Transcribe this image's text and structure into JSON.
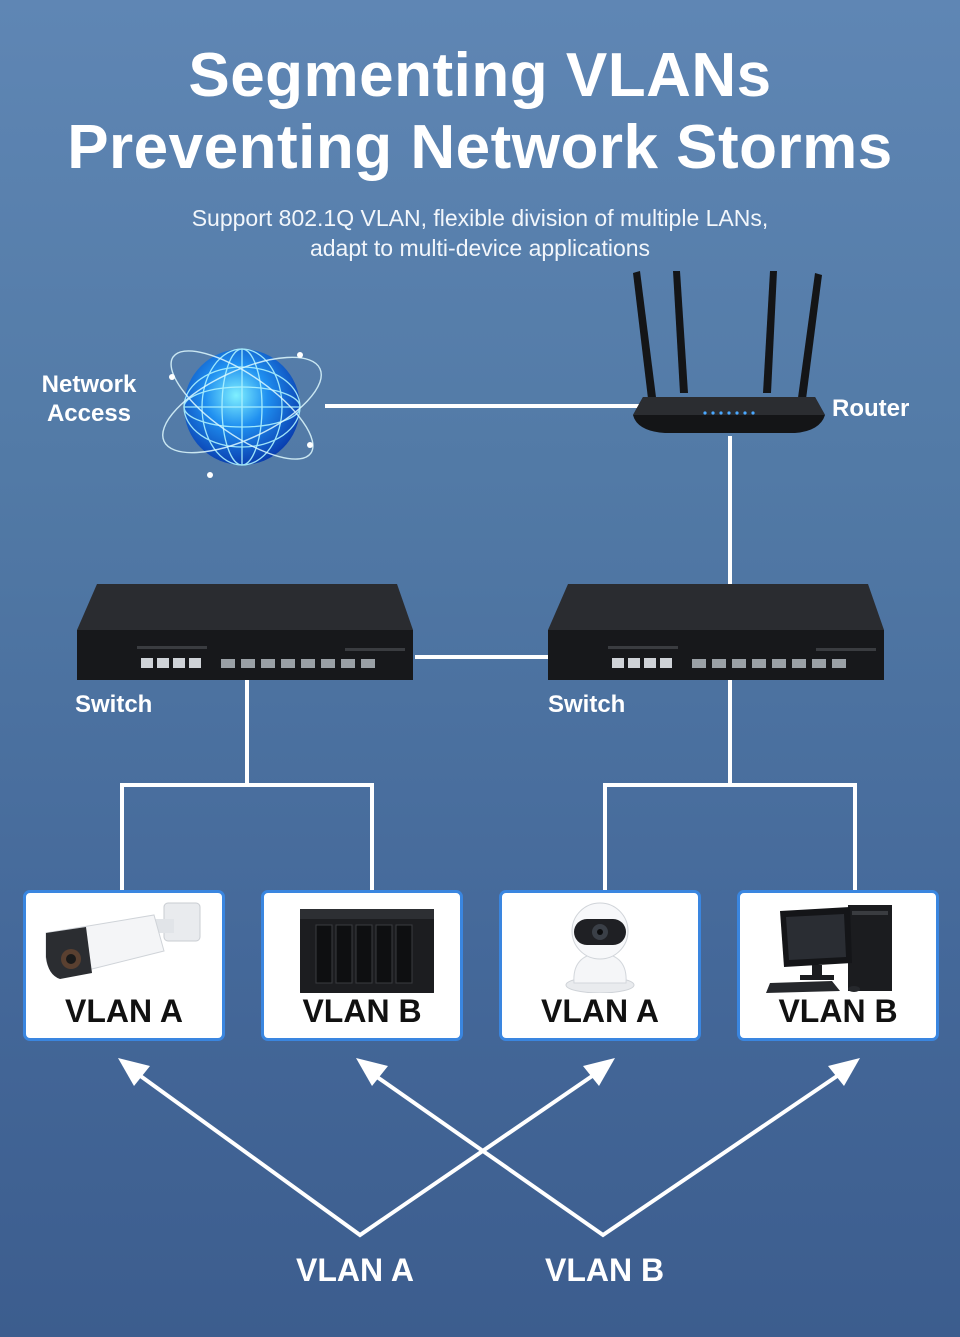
{
  "title": {
    "line1": "Segmenting VLANs",
    "line2": "Preventing Network Storms"
  },
  "subtitle": {
    "line1": "Support 802.1Q VLAN, flexible division of multiple LANs,",
    "line2": "adapt to multi-device applications"
  },
  "nodes": {
    "network_access": {
      "line1": "Network",
      "line2": "Access",
      "icon": "globe-icon"
    },
    "router": {
      "label": "Router",
      "icon": "router-icon"
    },
    "switch_left": {
      "label": "Switch",
      "icon": "switch-icon"
    },
    "switch_right": {
      "label": "Switch",
      "icon": "switch-icon"
    }
  },
  "devices": [
    {
      "label": "VLAN A",
      "icon": "bullet-camera-icon"
    },
    {
      "label": "VLAN B",
      "icon": "nas-storage-icon"
    },
    {
      "label": "VLAN A",
      "icon": "dome-camera-icon"
    },
    {
      "label": "VLAN B",
      "icon": "desktop-computer-icon"
    }
  ],
  "groups": {
    "vlan_a": "VLAN A",
    "vlan_b": "VLAN B"
  },
  "colors": {
    "background_top": "#5f86b4",
    "background_bottom": "#3c5d8e",
    "card_border": "#3a86e0",
    "wire": "#ffffff"
  }
}
